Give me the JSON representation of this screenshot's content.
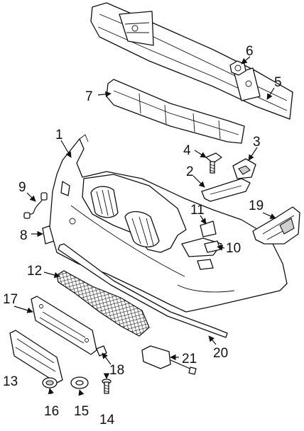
{
  "callouts": [
    {
      "id": "p1",
      "text": "1"
    },
    {
      "id": "p2",
      "text": "2"
    },
    {
      "id": "p3",
      "text": "3"
    },
    {
      "id": "p4",
      "text": "4"
    },
    {
      "id": "p5",
      "text": "5"
    },
    {
      "id": "p6",
      "text": "6"
    },
    {
      "id": "p7",
      "text": "7"
    },
    {
      "id": "p8",
      "text": "8"
    },
    {
      "id": "p9",
      "text": "9"
    },
    {
      "id": "p10",
      "text": "10"
    },
    {
      "id": "p11",
      "text": "11"
    },
    {
      "id": "p12",
      "text": "12"
    },
    {
      "id": "p13",
      "text": "13"
    },
    {
      "id": "p14",
      "text": "14"
    },
    {
      "id": "p15",
      "text": "15"
    },
    {
      "id": "p16",
      "text": "16"
    },
    {
      "id": "p17",
      "text": "17"
    },
    {
      "id": "p18",
      "text": "18"
    },
    {
      "id": "p19",
      "text": "19"
    },
    {
      "id": "p20",
      "text": "20"
    },
    {
      "id": "p21",
      "text": "21"
    }
  ]
}
